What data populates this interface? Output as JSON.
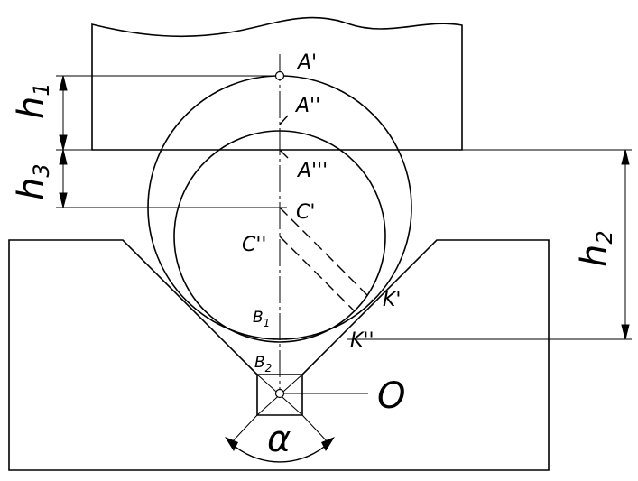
{
  "labels": {
    "A1": "A'",
    "A2": "A''",
    "A3": "A'''",
    "C1": "C'",
    "C2": "C''",
    "K1": "K'",
    "K2": "K''",
    "B1": {
      "base": "B",
      "sub": "1"
    },
    "B2": {
      "base": "B",
      "sub": "2"
    },
    "O": "O",
    "alpha": "α"
  },
  "dimensions": {
    "h1": {
      "base": "h",
      "sub": "1"
    },
    "h2": {
      "base": "h",
      "sub": "2"
    },
    "h3": {
      "base": "h",
      "sub": "3"
    }
  }
}
